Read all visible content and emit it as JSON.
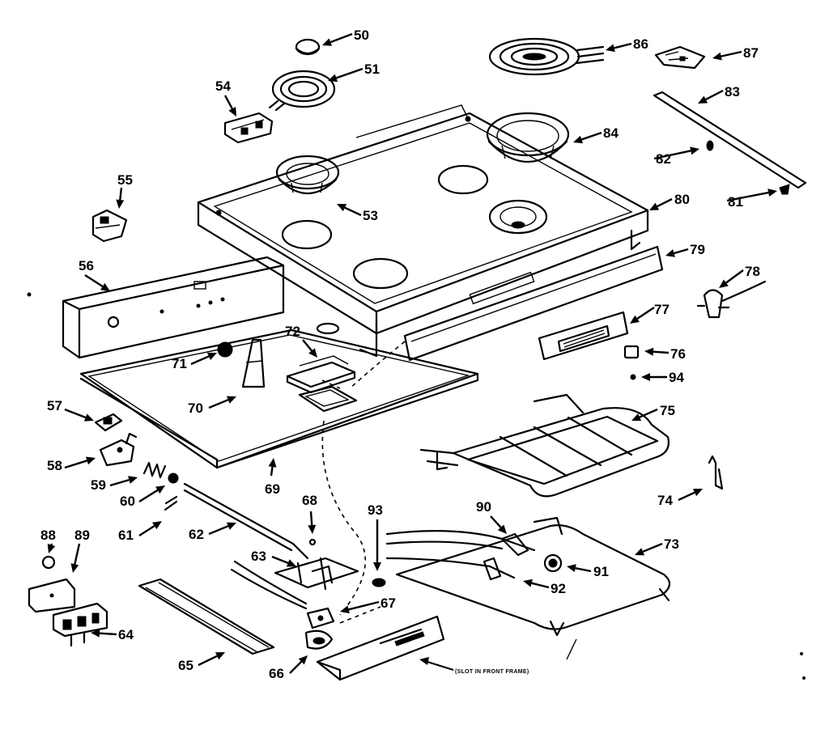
{
  "callouts": [
    {
      "id": "50",
      "text": "50"
    },
    {
      "id": "51",
      "text": "51"
    },
    {
      "id": "53",
      "text": "53"
    },
    {
      "id": "54",
      "text": "54"
    },
    {
      "id": "55",
      "text": "55"
    },
    {
      "id": "56",
      "text": "56"
    },
    {
      "id": "57",
      "text": "57"
    },
    {
      "id": "58",
      "text": "58"
    },
    {
      "id": "59",
      "text": "59"
    },
    {
      "id": "60",
      "text": "60"
    },
    {
      "id": "61",
      "text": "61"
    },
    {
      "id": "62",
      "text": "62"
    },
    {
      "id": "63",
      "text": "63"
    },
    {
      "id": "64",
      "text": "64"
    },
    {
      "id": "65",
      "text": "65"
    },
    {
      "id": "66",
      "text": "66"
    },
    {
      "id": "67",
      "text": "67"
    },
    {
      "id": "68",
      "text": "68"
    },
    {
      "id": "69",
      "text": "69"
    },
    {
      "id": "70",
      "text": "70"
    },
    {
      "id": "71",
      "text": "71"
    },
    {
      "id": "72",
      "text": "72"
    },
    {
      "id": "73",
      "text": "73"
    },
    {
      "id": "74",
      "text": "74"
    },
    {
      "id": "75",
      "text": "75"
    },
    {
      "id": "76",
      "text": "76"
    },
    {
      "id": "77",
      "text": "77"
    },
    {
      "id": "78",
      "text": "78"
    },
    {
      "id": "79",
      "text": "79"
    },
    {
      "id": "80",
      "text": "80"
    },
    {
      "id": "81",
      "text": "81"
    },
    {
      "id": "82",
      "text": "82"
    },
    {
      "id": "83",
      "text": "83"
    },
    {
      "id": "84",
      "text": "84"
    },
    {
      "id": "86",
      "text": "86"
    },
    {
      "id": "87",
      "text": "87"
    },
    {
      "id": "88",
      "text": "88"
    },
    {
      "id": "89",
      "text": "89"
    },
    {
      "id": "90",
      "text": "90"
    },
    {
      "id": "91",
      "text": "91"
    },
    {
      "id": "92",
      "text": "92"
    },
    {
      "id": "93",
      "text": "93"
    },
    {
      "id": "94",
      "text": "94"
    }
  ],
  "note": "(SLOT IN FRONT FRAME)"
}
